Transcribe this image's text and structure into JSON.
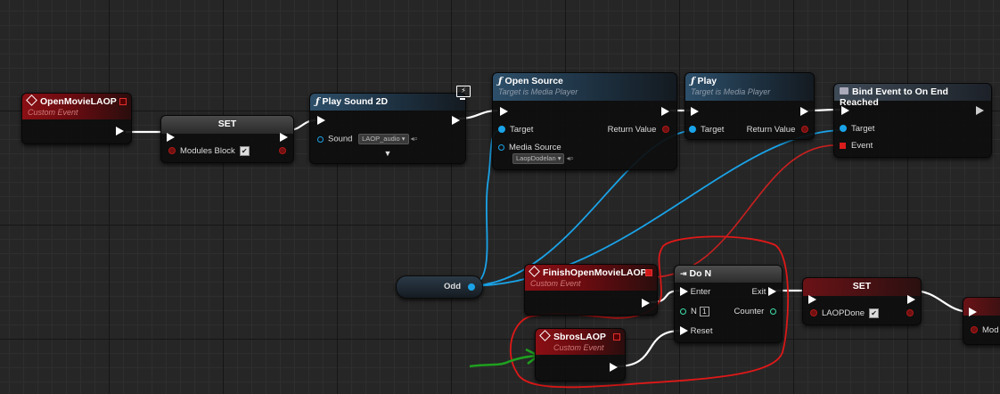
{
  "nodes": {
    "open_movie_event": {
      "title": "OpenMovieLAOP",
      "subtitle": "Custom Event"
    },
    "set_modules": {
      "title": "SET",
      "var_label": "Modules Block"
    },
    "play_sound": {
      "title": "Play Sound 2D",
      "sound_label": "Sound",
      "sound_value": "LAOP_audio"
    },
    "open_source": {
      "title": "Open Source",
      "subtitle": "Target is Media Player",
      "target_label": "Target",
      "return_label": "Return Value",
      "media_source_label": "Media Source",
      "media_source_value": "LaopDodelan"
    },
    "play": {
      "title": "Play",
      "subtitle": "Target is Media Player",
      "target_label": "Target",
      "return_label": "Return Value"
    },
    "bind_event": {
      "title": "Bind Event to On End Reached",
      "target_label": "Target",
      "event_label": "Event"
    },
    "odd_var": {
      "label": "Odd"
    },
    "finish_event": {
      "title": "FinishOpenMovieLAOP",
      "subtitle": "Custom Event"
    },
    "do_n": {
      "title": "Do N",
      "enter_label": "Enter",
      "exit_label": "Exit",
      "n_label": "N",
      "n_value": "1",
      "counter_label": "Counter",
      "reset_label": "Reset"
    },
    "set_laopdone": {
      "title": "SET",
      "var_label": "LAOPDone"
    },
    "set_partial": {
      "var_label": "Mod"
    },
    "sbros_event": {
      "title": "SbrosLAOP",
      "subtitle": "Custom Event"
    }
  },
  "colors": {
    "exec_wire": "#ffffff",
    "object_wire": "#1aa3e8",
    "delegate_wire": "#c82020",
    "annotation_red": "#e01818",
    "annotation_green": "#1fa01f",
    "event_header": "#8a0f14",
    "function_header": "#2d4f6a"
  },
  "icons": {
    "event": "diamond-icon",
    "function": "function-icon",
    "expand": "chevron-down-icon",
    "monitor": "monitor-icon",
    "bind": "delegate-icon",
    "do_n": "flow-control-icon"
  }
}
